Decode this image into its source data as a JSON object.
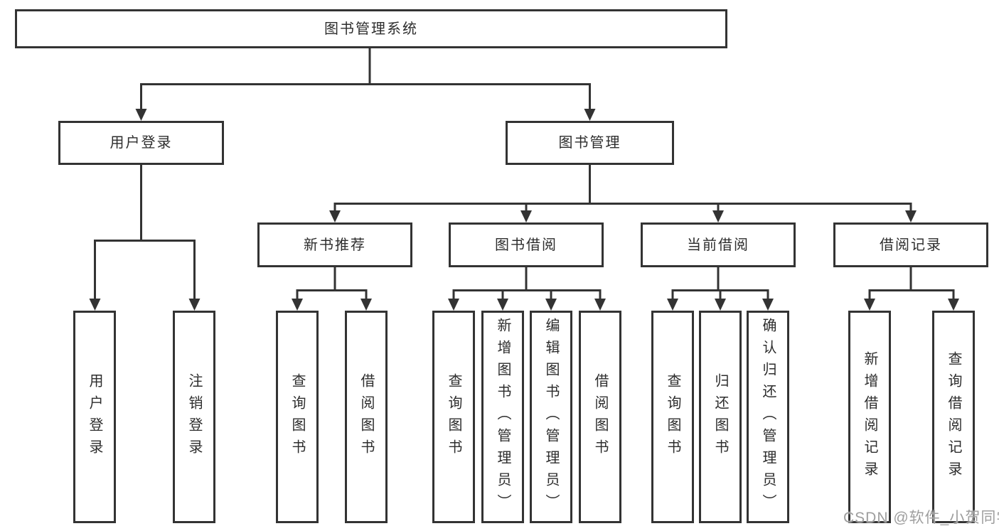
{
  "colors": {
    "line": "#333333",
    "text": "#2d2d2d",
    "background": "#ffffff",
    "watermark": "#9e9e9e"
  },
  "watermark": {
    "text": "CSDN @软件_小贺同学"
  },
  "diagram": {
    "type": "tree",
    "root": {
      "label": "图书管理系统",
      "children": [
        {
          "label": "用户登录",
          "children": [
            {
              "label": "用户登录"
            },
            {
              "label": "注销登录"
            }
          ]
        },
        {
          "label": "图书管理",
          "children": [
            {
              "label": "新书推荐",
              "children": [
                {
                  "label": "查询图书"
                },
                {
                  "label": "借阅图书"
                }
              ]
            },
            {
              "label": "图书借阅",
              "children": [
                {
                  "label": "查询图书"
                },
                {
                  "label": "新增图书（管理员）"
                },
                {
                  "label": "编辑图书（管理员）"
                },
                {
                  "label": "借阅图书"
                }
              ]
            },
            {
              "label": "当前借阅",
              "children": [
                {
                  "label": "查询图书"
                },
                {
                  "label": "归还图书"
                },
                {
                  "label": "确认归还（管理员）"
                }
              ]
            },
            {
              "label": "借阅记录",
              "children": [
                {
                  "label": "新增借阅记录"
                },
                {
                  "label": "查询借阅记录"
                }
              ]
            }
          ]
        }
      ]
    }
  }
}
